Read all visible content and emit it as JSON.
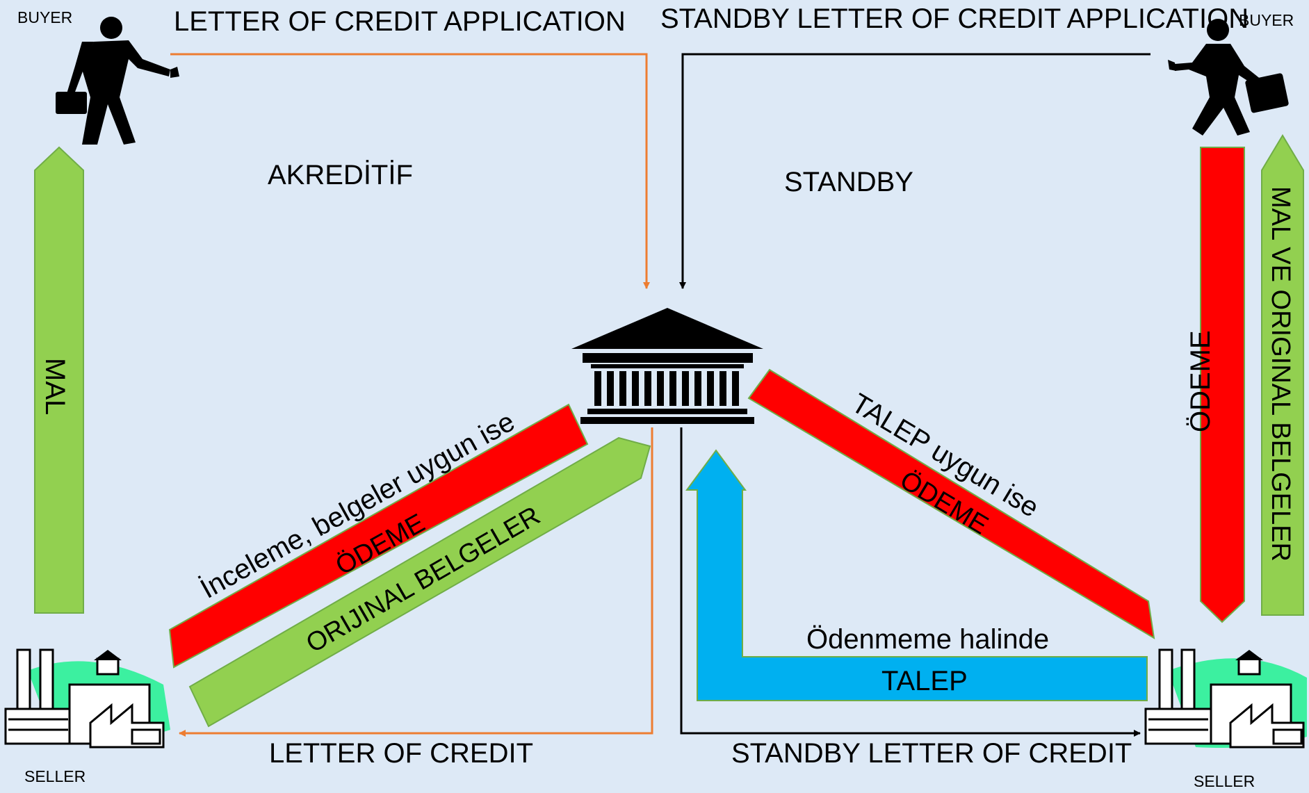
{
  "labels": {
    "buyer_left": "BUYER",
    "buyer_right": "BUYER",
    "seller_left": "SELLER",
    "seller_right": "SELLER",
    "lc_application": "LETTER OF CREDIT APPLICATION",
    "standby_application": "STANDBY LETTER OF CREDIT APPLICATION",
    "akreditif": "AKREDİTİF",
    "standby": "STANDBY",
    "letter_of_credit": "LETTER OF CREDIT",
    "standby_letter_of_credit": "STANDBY LETTER OF CREDIT",
    "mal": "MAL",
    "inceleme": "İnceleme, belgeler uygun ise",
    "odeme_left": "ÖDEME",
    "orijinal_belgeler": "ORIJINAL BELGELER",
    "talep_uygun": "TALEP uygun ise",
    "odeme_right": "ÖDEME",
    "odenmeme": "Ödenmeme halinde",
    "talep": "TALEP",
    "odeme_vertical": "ÖDEME",
    "mal_ve_orijinal": "MAL VE ORIGINAL BELGELER"
  },
  "icons": [
    "businessman-icon",
    "bank-icon",
    "factory-icon"
  ],
  "colors": {
    "background": "#dde9f6",
    "green_arrow": "#92d050",
    "red_arrow": "#ff0000",
    "blue_arrow": "#00b0f0",
    "orange_line": "#ed7d31",
    "black_line": "#000000"
  }
}
